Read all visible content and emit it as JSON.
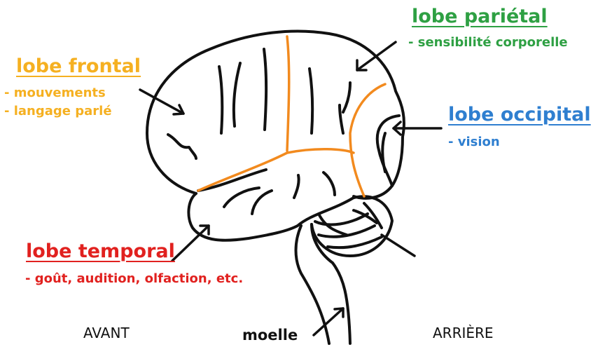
{
  "colors": {
    "frontal": "#f5b021",
    "parietal": "#2ea043",
    "occipital": "#2f7fd0",
    "temporal": "#e1211f",
    "outline": "#111111",
    "sulcus_boundary": "#f28a1e"
  },
  "frontal": {
    "title": "lobe frontal",
    "desc": [
      "- mouvements",
      "- langage parlé"
    ]
  },
  "parietal": {
    "title": "lobe pariétal",
    "desc": [
      "- sensibilité corporelle"
    ]
  },
  "occipital": {
    "title": "lobe occipital",
    "desc": [
      "- vision"
    ]
  },
  "temporal": {
    "title": "lobe temporal",
    "desc": [
      "- goût, audition, olfaction, etc."
    ]
  },
  "spinal_cord": {
    "label": "moelle"
  },
  "orientation": {
    "front": "AVANT",
    "back": "ARRIÈRE"
  }
}
